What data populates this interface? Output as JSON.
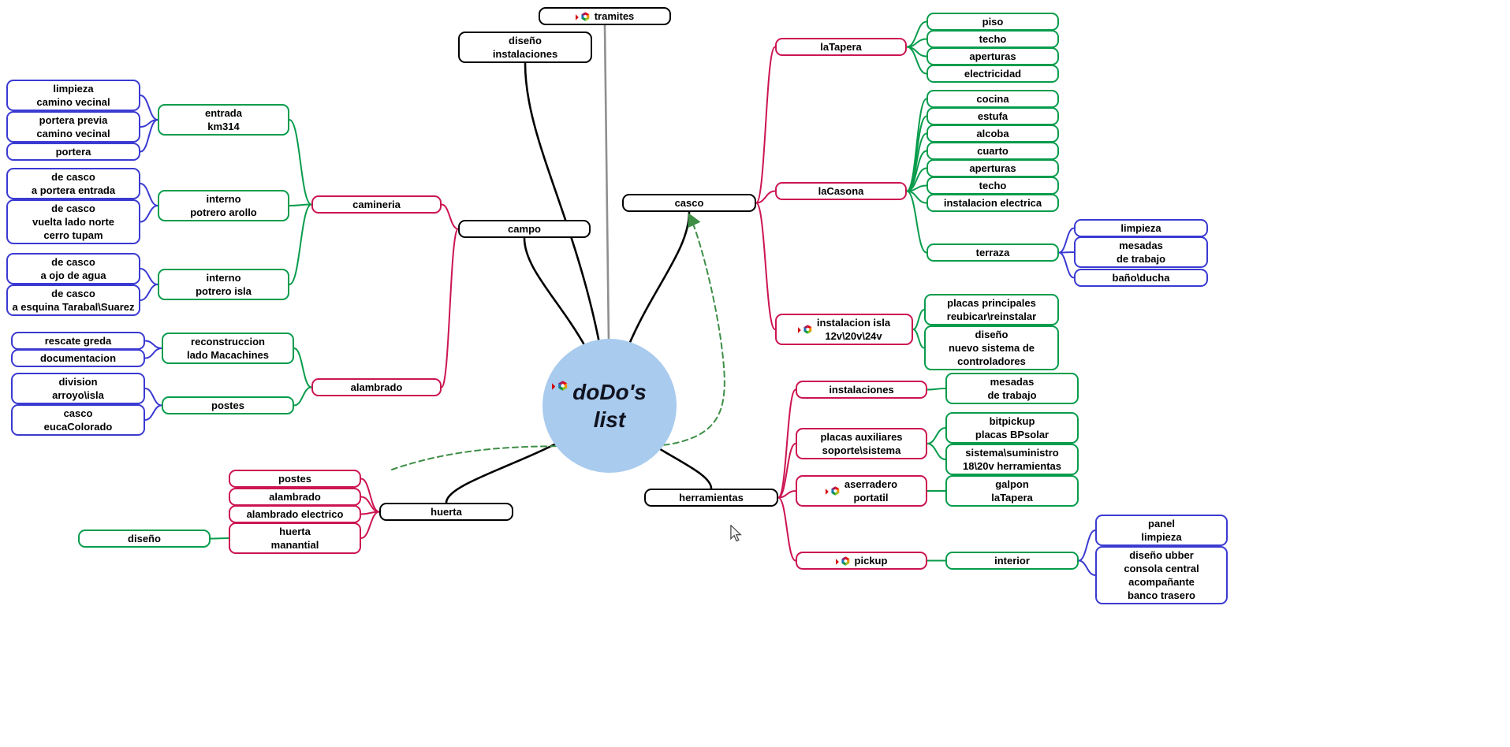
{
  "app": {
    "type": "mindmap"
  },
  "center": {
    "label": "doDo's\nlist"
  },
  "colors": {
    "level1": "#000000",
    "level2": "#cc1550",
    "level3": "#089c4c",
    "level4": "#3a3ad2",
    "root_fill": "#a9cbee",
    "gray_edge": "#8f8f8f",
    "connector": "#3e8e46"
  },
  "labels": {
    "tramites": "tramites",
    "diseno_instalaciones": "diseño\ninstalaciones",
    "campo": "campo",
    "camineria": "camineria",
    "entrada_km314": "entrada\nkm314",
    "limpieza_cv": "limpieza\ncamino vecinal",
    "portera_previa": "portera previa\ncamino vecinal",
    "portera": "portera",
    "interno_arollo": "interno\npotrero arollo",
    "de_casco_portera": "de casco\na portera entrada",
    "de_casco_vuelta": "de casco\nvuelta lado norte\ncerro tupam",
    "interno_isla": "interno\npotrero isla",
    "de_casco_ojo": "de casco\na ojo de agua",
    "de_casco_esquina": "de casco\na esquina Tarabal\\Suarez",
    "alambrado": "alambrado",
    "reconstruccion": "reconstruccion\nlado Macachines",
    "rescate_greda": "rescate greda",
    "documentacion": "documentacion",
    "postes_alambrado": "postes",
    "division_arroyo": "division\narroyo\\isla",
    "casco_euca": "casco\neucaColorado",
    "huerta": "huerta",
    "postes_huerta": "postes",
    "alambrado_huerta": "alambrado",
    "alambrado_electrico": "alambrado electrico",
    "huerta_manantial": "huerta\nmanantial",
    "diseno_huerta": "diseño",
    "casco": "casco",
    "laTapera": "laTapera",
    "piso": "piso",
    "techo1": "techo",
    "aperturas1": "aperturas",
    "electricidad": "electricidad",
    "laCasona": "laCasona",
    "cocina": "cocina",
    "estufa": "estufa",
    "alcoba": "alcoba",
    "cuarto": "cuarto",
    "aperturas2": "aperturas",
    "techo2": "techo",
    "instalacion_electrica": "instalacion electrica",
    "terraza": "terraza",
    "limpieza_t": "limpieza",
    "mesadas_t": "mesadas\nde trabajo",
    "banoducha": "baño\\ducha",
    "instalacion_isla": "instalacion isla\n12v\\20v\\24v",
    "placas_principales": "placas principales\nreubicar\\reinstalar",
    "diseno_controladores": "diseño\nnuevo sistema de\ncontroladores",
    "herramientas": "herramientas",
    "instalaciones": "instalaciones",
    "mesadas_i": "mesadas\nde trabajo",
    "placas_aux": "placas auxiliares\nsoporte\\sistema",
    "bitpickup": "bitpickup\nplacas BPsolar",
    "sistema_suministro": "sistema\\suministro\n18\\20v herramientas",
    "aserradero": "aserradero\nportatil",
    "galpon": "galpon\nlaTapera",
    "pickup": "pickup",
    "interior": "interior",
    "panel_limpieza": "panel\nlimpieza",
    "diseno_ubber": "diseño ubber\nconsola central\nacompañante\nbanco trasero"
  },
  "edges": {
    "root": [
      {
        "to": "campo"
      },
      {
        "to": "diseno_instalaciones"
      },
      {
        "to": "tramites",
        "color": "#8f8f8f"
      },
      {
        "to": "casco"
      },
      {
        "to": "huerta"
      },
      {
        "to": "herramientas"
      }
    ],
    "branches": [
      {
        "from": "campo",
        "to": "camineria"
      },
      {
        "from": "campo",
        "to": "alambrado"
      },
      {
        "from": "camineria",
        "to": "entrada_km314"
      },
      {
        "from": "camineria",
        "to": "interno_arollo"
      },
      {
        "from": "camineria",
        "to": "interno_isla"
      },
      {
        "from": "entrada_km314",
        "to": "limpieza_cv"
      },
      {
        "from": "entrada_km314",
        "to": "portera_previa"
      },
      {
        "from": "entrada_km314",
        "to": "portera"
      },
      {
        "from": "interno_arollo",
        "to": "de_casco_portera"
      },
      {
        "from": "interno_arollo",
        "to": "de_casco_vuelta"
      },
      {
        "from": "interno_isla",
        "to": "de_casco_ojo"
      },
      {
        "from": "interno_isla",
        "to": "de_casco_esquina"
      },
      {
        "from": "alambrado",
        "to": "reconstruccion"
      },
      {
        "from": "alambrado",
        "to": "postes_alambrado"
      },
      {
        "from": "reconstruccion",
        "to": "rescate_greda"
      },
      {
        "from": "reconstruccion",
        "to": "documentacion"
      },
      {
        "from": "postes_alambrado",
        "to": "division_arroyo"
      },
      {
        "from": "postes_alambrado",
        "to": "casco_euca"
      },
      {
        "from": "huerta",
        "to": "postes_huerta"
      },
      {
        "from": "huerta",
        "to": "alambrado_huerta"
      },
      {
        "from": "huerta",
        "to": "alambrado_electrico"
      },
      {
        "from": "huerta",
        "to": "huerta_manantial"
      },
      {
        "from": "huerta_manantial",
        "to": "diseno_huerta"
      },
      {
        "from": "casco",
        "to": "laTapera"
      },
      {
        "from": "casco",
        "to": "laCasona"
      },
      {
        "from": "casco",
        "to": "instalacion_isla"
      },
      {
        "from": "laTapera",
        "to": "piso"
      },
      {
        "from": "laTapera",
        "to": "techo1"
      },
      {
        "from": "laTapera",
        "to": "aperturas1"
      },
      {
        "from": "laTapera",
        "to": "electricidad"
      },
      {
        "from": "laCasona",
        "to": "cocina"
      },
      {
        "from": "laCasona",
        "to": "estufa"
      },
      {
        "from": "laCasona",
        "to": "alcoba"
      },
      {
        "from": "laCasona",
        "to": "cuarto"
      },
      {
        "from": "laCasona",
        "to": "aperturas2"
      },
      {
        "from": "laCasona",
        "to": "techo2"
      },
      {
        "from": "laCasona",
        "to": "instalacion_electrica"
      },
      {
        "from": "laCasona",
        "to": "terraza"
      },
      {
        "from": "terraza",
        "to": "limpieza_t"
      },
      {
        "from": "terraza",
        "to": "mesadas_t"
      },
      {
        "from": "terraza",
        "to": "banoducha"
      },
      {
        "from": "instalacion_isla",
        "to": "placas_principales"
      },
      {
        "from": "instalacion_isla",
        "to": "diseno_controladores"
      },
      {
        "from": "herramientas",
        "to": "instalaciones"
      },
      {
        "from": "herramientas",
        "to": "placas_aux"
      },
      {
        "from": "herramientas",
        "to": "aserradero"
      },
      {
        "from": "herramientas",
        "to": "pickup"
      },
      {
        "from": "instalaciones",
        "to": "mesadas_i"
      },
      {
        "from": "placas_aux",
        "to": "bitpickup"
      },
      {
        "from": "placas_aux",
        "to": "sistema_suministro"
      },
      {
        "from": "aserradero",
        "to": "galpon"
      },
      {
        "from": "pickup",
        "to": "interior"
      },
      {
        "from": "interior",
        "to": "panel_limpieza"
      },
      {
        "from": "interior",
        "to": "diseno_ubber"
      }
    ],
    "connector": {
      "from": "huerta",
      "to": "casco",
      "style": "dashed-arrow"
    }
  }
}
